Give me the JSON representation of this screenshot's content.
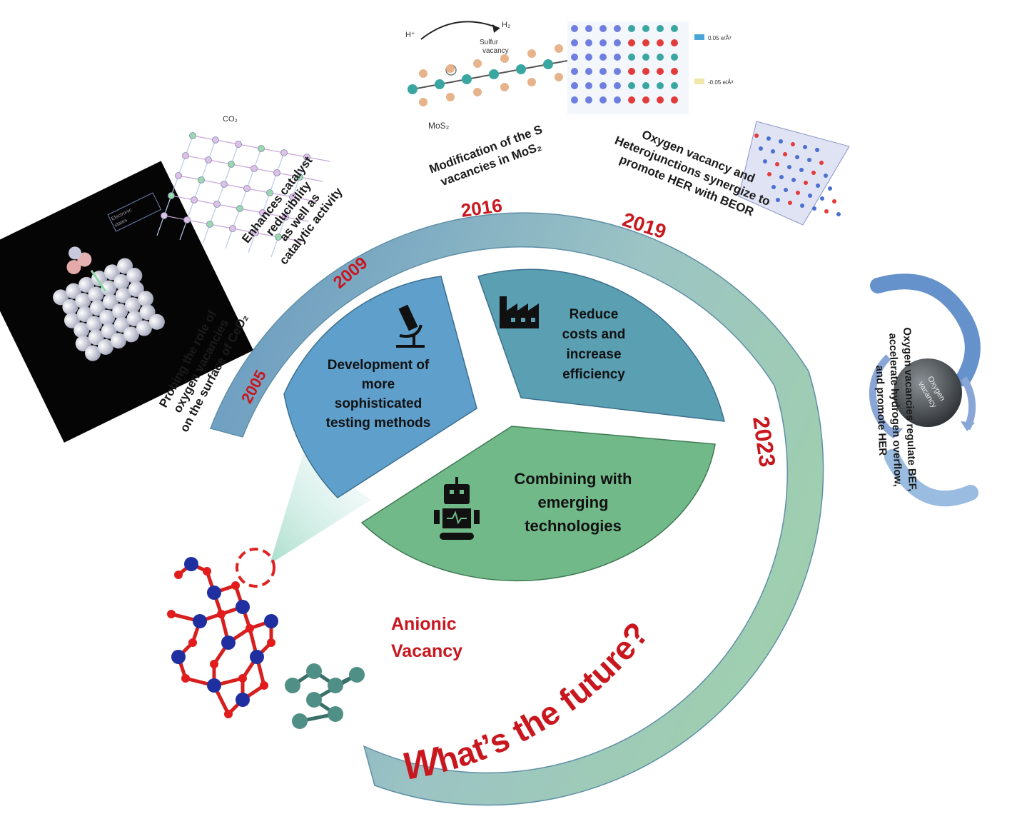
{
  "timeline": {
    "years": [
      "2005",
      "2009",
      "2016",
      "2019",
      "2023"
    ],
    "milestones": [
      {
        "lines": [
          "Probing the role of",
          "oxygen vacancies",
          "on the surface of CeO₂"
        ]
      },
      {
        "lines": [
          "Enhances catalyst",
          "reducibility",
          "as well as",
          "catalytic activity"
        ]
      },
      {
        "lines": [
          "Modification of the S",
          "vacancies in MoS₂"
        ]
      },
      {
        "lines": [
          "Oxygen vacancy and",
          "Heterojunctions synergize to",
          "promote HER with BEOR"
        ]
      },
      {
        "lines": [
          "Oxygen vacancies regulate BEF,",
          "accelerate hydrogen overflow,",
          "and promote HER"
        ]
      }
    ]
  },
  "center": {
    "segments": [
      {
        "lines": [
          "Development of",
          "more",
          "sophisticated",
          "testing methods"
        ],
        "icon": "microscope-icon"
      },
      {
        "lines": [
          "Reduce",
          "costs and",
          "increase",
          "efficiency"
        ],
        "icon": "factory-icon"
      },
      {
        "lines": [
          "Combining with",
          "emerging",
          "technologies"
        ],
        "icon": "robot-icon"
      }
    ],
    "colors": {
      "blue": "#5f9fcb",
      "teal": "#5a9fb2",
      "green": "#72b98a"
    }
  },
  "anionic": {
    "lines": [
      "Anionic",
      "Vacancy"
    ]
  },
  "future": {
    "lead": "W",
    "rest": "hat’s the future?"
  },
  "inset_labels": {
    "mos2_caption": "MoS₂",
    "h_plus": "H⁺",
    "h2": "H₂",
    "sulfur_vacancy": [
      "Sulfur",
      "vacancy"
    ],
    "charge_pos": "0.05 e/Å³",
    "charge_neg": "-0.05 e/Å³",
    "co2": "CO₂",
    "oxygen_vacancy_globe": [
      "Oxygen",
      "vacancy"
    ]
  },
  "colors": {
    "accent_red": "#c8171e",
    "arc_blue": "#6d9ebf",
    "arc_green": "#8fc3a2"
  }
}
